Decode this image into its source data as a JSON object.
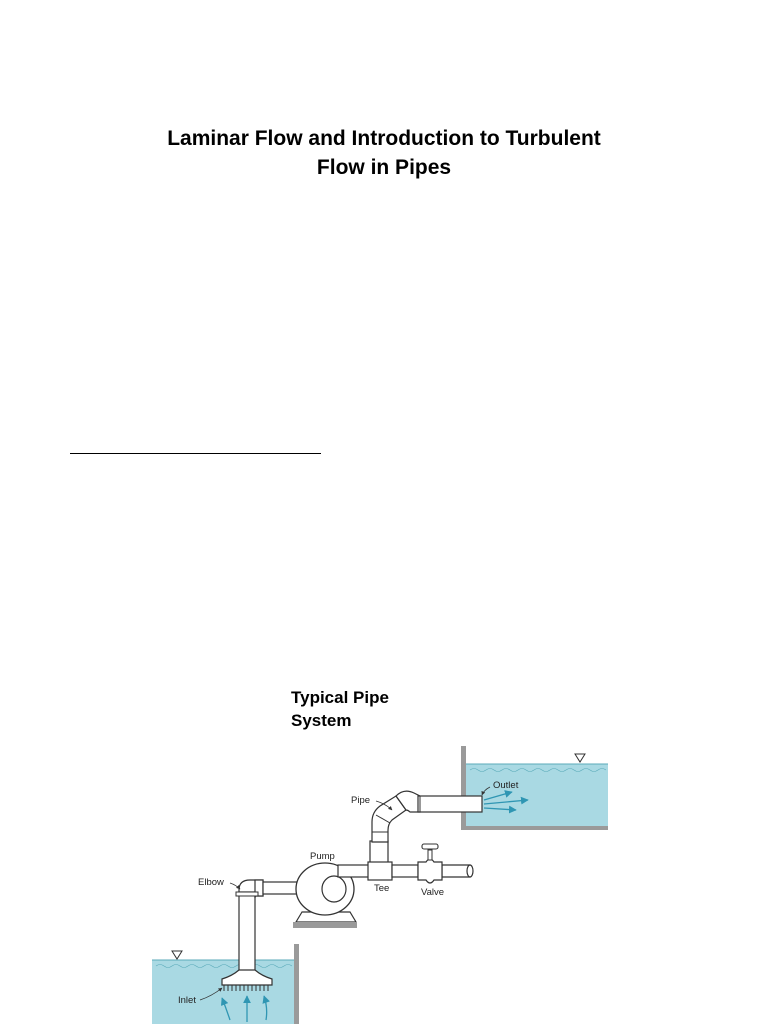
{
  "document": {
    "title_line1": "Laminar Flow and Introduction to Turbulent",
    "title_line2": "Flow in Pipes"
  },
  "figure": {
    "caption_line1": "Typical Pipe",
    "caption_line2": "System",
    "labels": {
      "outlet": "Outlet",
      "pipe": "Pipe",
      "pump": "Pump",
      "elbow": "Elbow",
      "tee": "Tee",
      "valve": "Valve",
      "inlet": "Inlet"
    },
    "colors": {
      "water": "#a9d9e3",
      "pipe_fill": "#ffffff",
      "outline": "#333333",
      "arrow": "#2f96b3",
      "ground": "#9a9a9a"
    }
  }
}
